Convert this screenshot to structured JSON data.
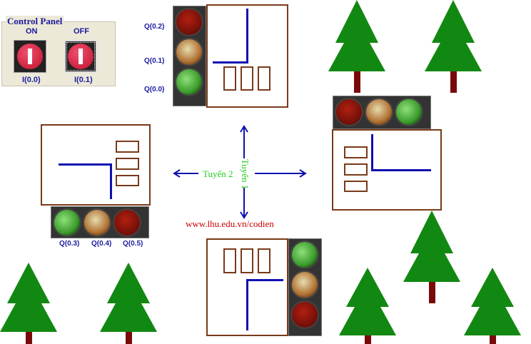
{
  "control_panel": {
    "title": "Control Panel",
    "on_label": "ON",
    "off_label": "OFF",
    "on_address": "I(0.0)",
    "off_address": "I(0.1)"
  },
  "top_light_labels": [
    "Q(0.2)",
    "Q(0.1)",
    "Q(0.0)"
  ],
  "left_light_labels": [
    "Q(0.3)",
    "Q(0.4)",
    "Q(0.5)"
  ],
  "route_labels": {
    "route1": "Tuyến 1",
    "route2": "Tuyến 2"
  },
  "website": "www.lhu.edu.vn/codien",
  "colors": {
    "tree": "#118811",
    "trunk": "#7a0a0a",
    "wall": "#7a3a1a",
    "lane": "#1010b0"
  }
}
